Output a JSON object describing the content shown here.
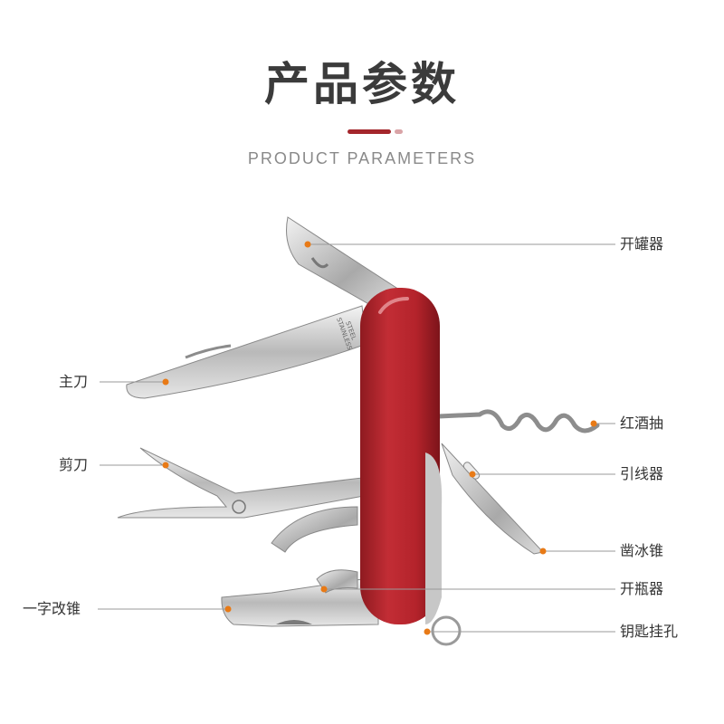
{
  "title": "产品参数",
  "subtitle": "PRODUCT PARAMETERS",
  "blade_stamp": [
    "STAINLESS",
    "STEEL"
  ],
  "colors": {
    "accent": "#a4262c",
    "accent_light": "#d9a3a6",
    "handle": "#b4232b",
    "dot": "#e87a16",
    "line": "#9a9a9a"
  },
  "labels": {
    "can_opener": "开罐器",
    "main_blade": "主刀",
    "corkscrew": "红酒抽",
    "scissors": "剪刀",
    "wire_stripper": "引线器",
    "awl": "凿冰锥",
    "flathead": "一字改锥",
    "bottle_opener": "开瓶器",
    "key_ring": "钥匙挂孔"
  }
}
